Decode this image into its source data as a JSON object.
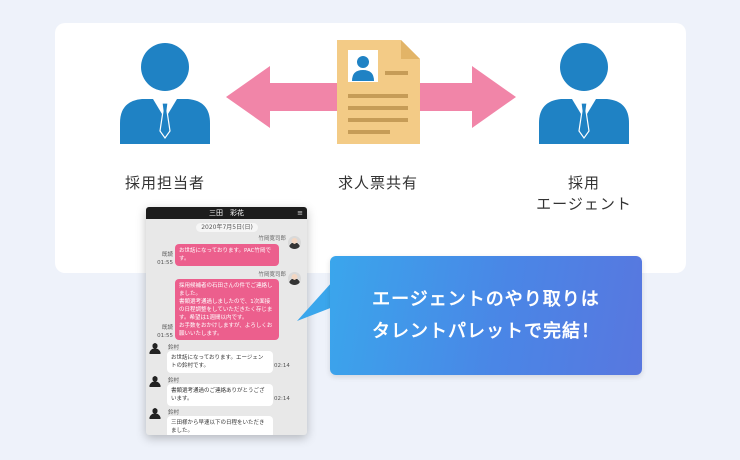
{
  "colors": {
    "person": "#1f82c4",
    "arrow": "#f185a8",
    "document": "#f3cb86",
    "chat_pink": "#ec5f8d",
    "callout_start": "#3aa6ec",
    "callout_end": "#5877df"
  },
  "icons": {
    "left_person": "recruiter-person-icon",
    "right_person": "agent-person-icon",
    "center": "job-document-icon",
    "arrow": "double-arrow-icon"
  },
  "flow": {
    "left_label": "採用担当者",
    "center_label": "求人票共有",
    "right_label_line1": "採用",
    "right_label_line2": "エージェント"
  },
  "chat": {
    "header": "三田　彩花",
    "date": "2020年7月5日(日)",
    "messages": [
      {
        "sender": "竹岡寛司郎",
        "status": "既読",
        "time": "01:55",
        "lines": [
          "お世話になっております。PAC竹岡で",
          "す。"
        ]
      },
      {
        "sender": "竹岡寛司郎",
        "status": "既読",
        "time": "01:55",
        "lines": [
          "採用候補者の石田さんの件でご連絡し",
          "ました。",
          "書類選考通過しましたので、1次面接",
          "の日程調整をしていただきたく存じま",
          "す。希望は1週間以内です。",
          "お手数をおかけしますが、よろしくお",
          "願いいたします。"
        ]
      },
      {
        "sender": "鈴村",
        "time": "02:14",
        "lines": [
          "お世話になっております。エージェン",
          "トの鈴村です。"
        ]
      },
      {
        "sender": "鈴村",
        "time": "02:14",
        "lines": [
          "書類選考通過のご連絡ありがとうござ",
          "います。"
        ]
      },
      {
        "sender": "鈴村",
        "lines": [
          "三田様から早速以下の日程をいただき",
          "ました。"
        ]
      }
    ]
  },
  "callout": {
    "line1": "エージェントのやり取りは",
    "line2": "タレントパレットで完結！"
  }
}
